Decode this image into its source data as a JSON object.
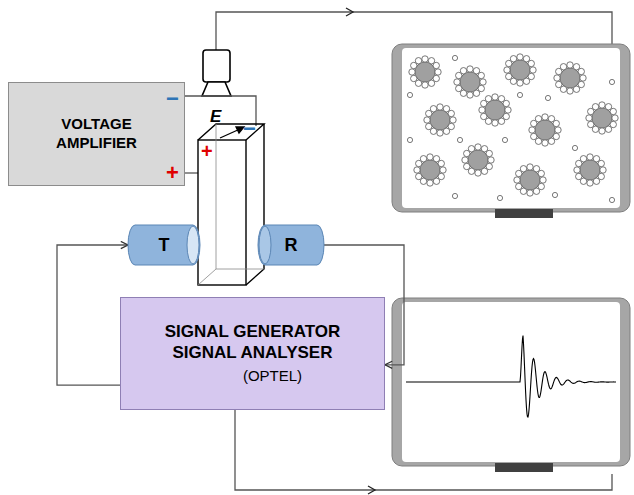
{
  "diagram": {
    "nodes": [
      {
        "text": [
          "VOLTAGE AMPLIFIER"
        ]
      },
      {
        "text": [
          "T"
        ]
      },
      {
        "text": [
          "R"
        ]
      },
      {
        "text": [
          "SIGNAL GENERATOR SIGNAL ANALYSER",
          "(OPTEL)"
        ]
      }
    ],
    "edges": [
      {
        "from": 3,
        "to": 1,
        "arrow": "to"
      },
      {
        "from": 2,
        "to": 3,
        "arrow": "to"
      }
    ],
    "labels": [
      "−",
      "+",
      "E",
      "+",
      "−"
    ]
  }
}
